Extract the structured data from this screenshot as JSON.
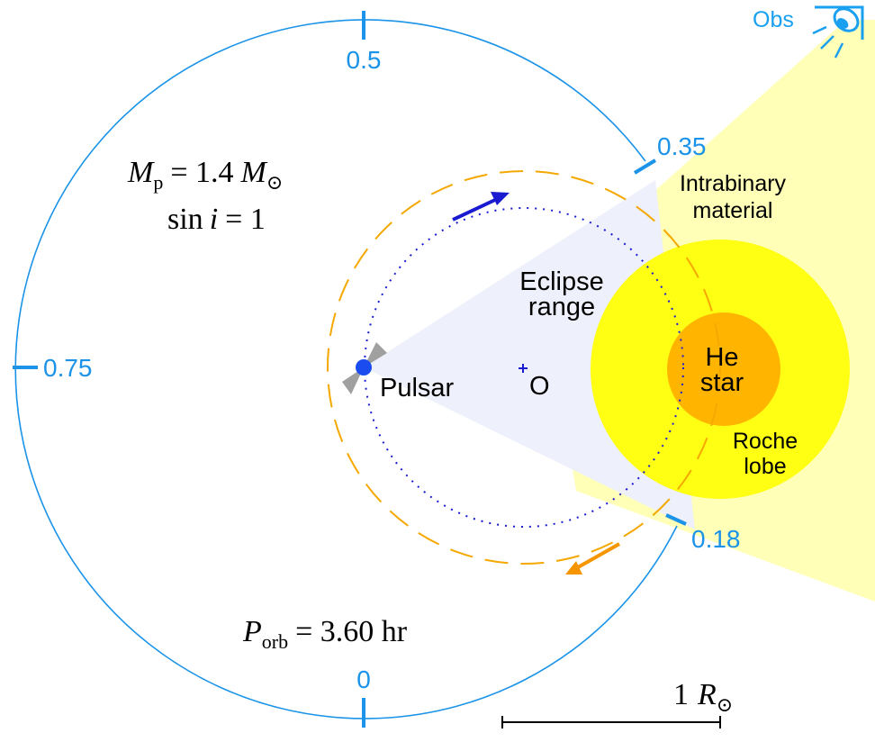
{
  "colors": {
    "phase_ring": "#1a93e8",
    "observer": "#1aa0f0",
    "cone": "#ffffb8",
    "roche_lobe": "#ffff14",
    "he_star": "#ffb400",
    "companion_orbit": "#f5a800",
    "pulsar_orbit": "#1a1ad0",
    "pulsar": "#1a4cf0",
    "eclipse_wedge": "#eef0fb",
    "beam": "#a0a0a0",
    "arrow_orange": "#f59500",
    "text": "#000000"
  },
  "phase_labels": {
    "p0": "0",
    "p018": "0.18",
    "p035": "0.35",
    "p05": "0.5",
    "p075": "0.75"
  },
  "labels": {
    "observer": "Obs",
    "intrabinary_line1": "Intrabinary",
    "intrabinary_line2": "material",
    "eclipse_line1": "Eclipse",
    "eclipse_line2": "range",
    "pulsar": "Pulsar",
    "center": "O",
    "he_star_line1": "He",
    "he_star_line2": "star",
    "roche_line1": "Roche",
    "roche_line2": "lobe"
  },
  "equations": {
    "mass_symbol": "M",
    "mass_sub": "p",
    "mass_value": "= 1.4",
    "mass_unit": "M",
    "mass_unit_sub": "⊙",
    "sini_sin": "sin",
    "sini_i": "i",
    "sini_value": "= 1",
    "porb_symbol": "P",
    "porb_sub": "orb",
    "porb_value": "= 3.60 hr"
  },
  "scale_bar": {
    "value": "1",
    "unit": "R",
    "unit_sub": "⊙"
  },
  "icons": {
    "observer": "eye-observer-icon",
    "pulsar_beam": "pulsar-beam-icon"
  }
}
